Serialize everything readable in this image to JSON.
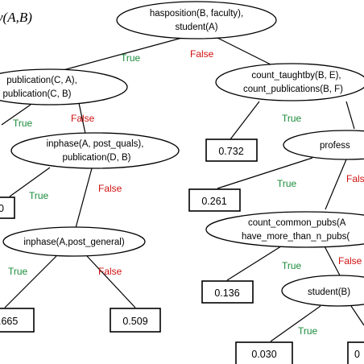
{
  "title": "y(A,B)",
  "colors": {
    "true_label": "#1a8c3a",
    "false_label": "#d01010",
    "line": "#000000"
  },
  "edge_labels": {
    "true": "True",
    "false": "False"
  },
  "nodes": {
    "root": {
      "line1": "hasposition(B, faculty),",
      "line2": "student(A)"
    },
    "publication": {
      "line1": "publication(C, A),",
      "line2": "publication(C, B)"
    },
    "inphase_quals": {
      "line1": "inphase(A, post_quals),",
      "line2": "publication(D, B)"
    },
    "inphase_general": {
      "line1": "inphase(A,post_general)"
    },
    "count_taughtby": {
      "line1": "count_taughtby(B, E),",
      "line2": "count_publications(B, F)"
    },
    "professor": {
      "line1": "profess"
    },
    "common_pubs": {
      "line1": "count_common_pubs(A",
      "line2": "have_more_than_n_pubs("
    },
    "student_b": {
      "line1": "student(B)"
    }
  },
  "leaves": {
    "leaf_0": "0",
    "leaf_665": ".665",
    "leaf_509": "0.509",
    "leaf_732": "0.732",
    "leaf_261": "0.261",
    "leaf_136": "0.136",
    "leaf_030": "0.030",
    "leaf_cut": "0"
  }
}
